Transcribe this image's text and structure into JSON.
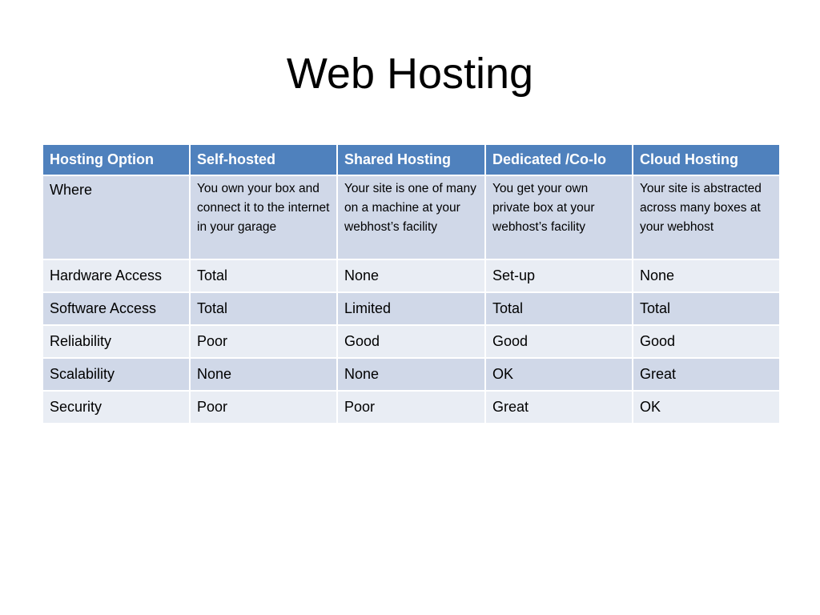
{
  "slide": {
    "title": "Web Hosting"
  },
  "table": {
    "headers": [
      "Hosting Option",
      "Self-hosted",
      "Shared Hosting",
      "Dedicated /Co-lo",
      "Cloud Hosting"
    ],
    "rows": [
      [
        "Where",
        "You own your box and connect it to the internet in your garage",
        "Your site is one of many on a machine at your webhost’s facility",
        "You get your own private box at your webhost’s facility",
        "Your site is abstracted across many boxes at your webhost"
      ],
      [
        "Hardware Access",
        "Total",
        "None",
        "Set-up",
        "None"
      ],
      [
        "Software Access",
        "Total",
        "Limited",
        "Total",
        "Total"
      ],
      [
        "Reliability",
        "Poor",
        "Good",
        "Good",
        "Good"
      ],
      [
        "Scalability",
        "None",
        "None",
        "OK",
        "Great"
      ],
      [
        "Security",
        "Poor",
        "Poor",
        "Great",
        "OK"
      ]
    ]
  },
  "colors": {
    "header_bg": "#4f81bd",
    "row_odd_bg": "#d0d8e8",
    "row_even_bg": "#e9edf4"
  }
}
